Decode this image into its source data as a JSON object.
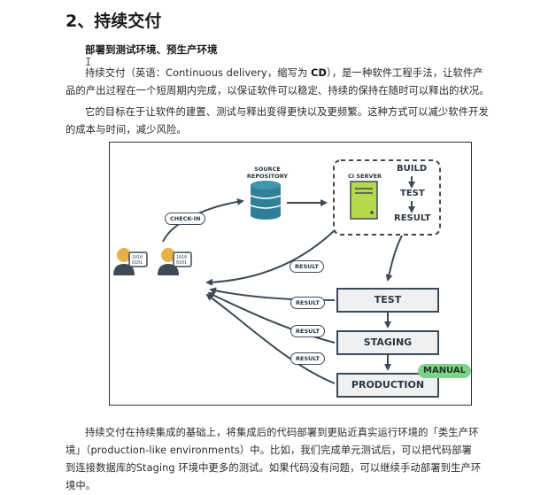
{
  "doc": {
    "title": "2、持续交付",
    "subheading": "部署到测试环境、预生产环境",
    "cursor": "I",
    "paragraph1": {
      "before": "持续交付（英语：Continuous delivery，缩写为 ",
      "bold": "CD",
      "after": "），是一种软件工程手法，让软件产品的产出过程在一个短周期内完成，以保证软件可以稳定、持续的保持在随时可以释出的状况。"
    },
    "paragraph2": "它的目标在于让软件的建置、测试与释出变得更快以及更频繁。这种方式可以减少软件开发的成本与时间，减少风险。",
    "paragraph3": "持续交付在持续集成的基础上，将集成后的代码部署到更贴近真实运行环境的「类生产环境」（production-like environments）中。比如，我们完成单元测试后，可以把代码部署到连接数据库的Staging 环境中更多的测试。如果代码没有问题，可以继续手动部署到生产环境中。"
  },
  "diagram": {
    "source_repository": "SOURCE\nREPOSITORY",
    "source_repository_line1": "SOURCE",
    "source_repository_line2": "REPOSITORY",
    "ci_server": "CI SERVER",
    "build": "BUILD",
    "test_inner": "TEST",
    "result_inner": "RESULT",
    "check_in": "CHECK-IN",
    "result_pill": "RESULT",
    "stages": [
      "TEST",
      "STAGING",
      "PRODUCTION"
    ],
    "manual": "MANUAL",
    "dev_screen_text": "1010\n0101",
    "colors": {
      "repo": "#2f7f96",
      "ci_server": "#b5d94a",
      "person_head": "#e9b04a",
      "person_body": "#3e4a55",
      "manual": "#7fd18b",
      "stroke": "#3d4a55"
    }
  }
}
